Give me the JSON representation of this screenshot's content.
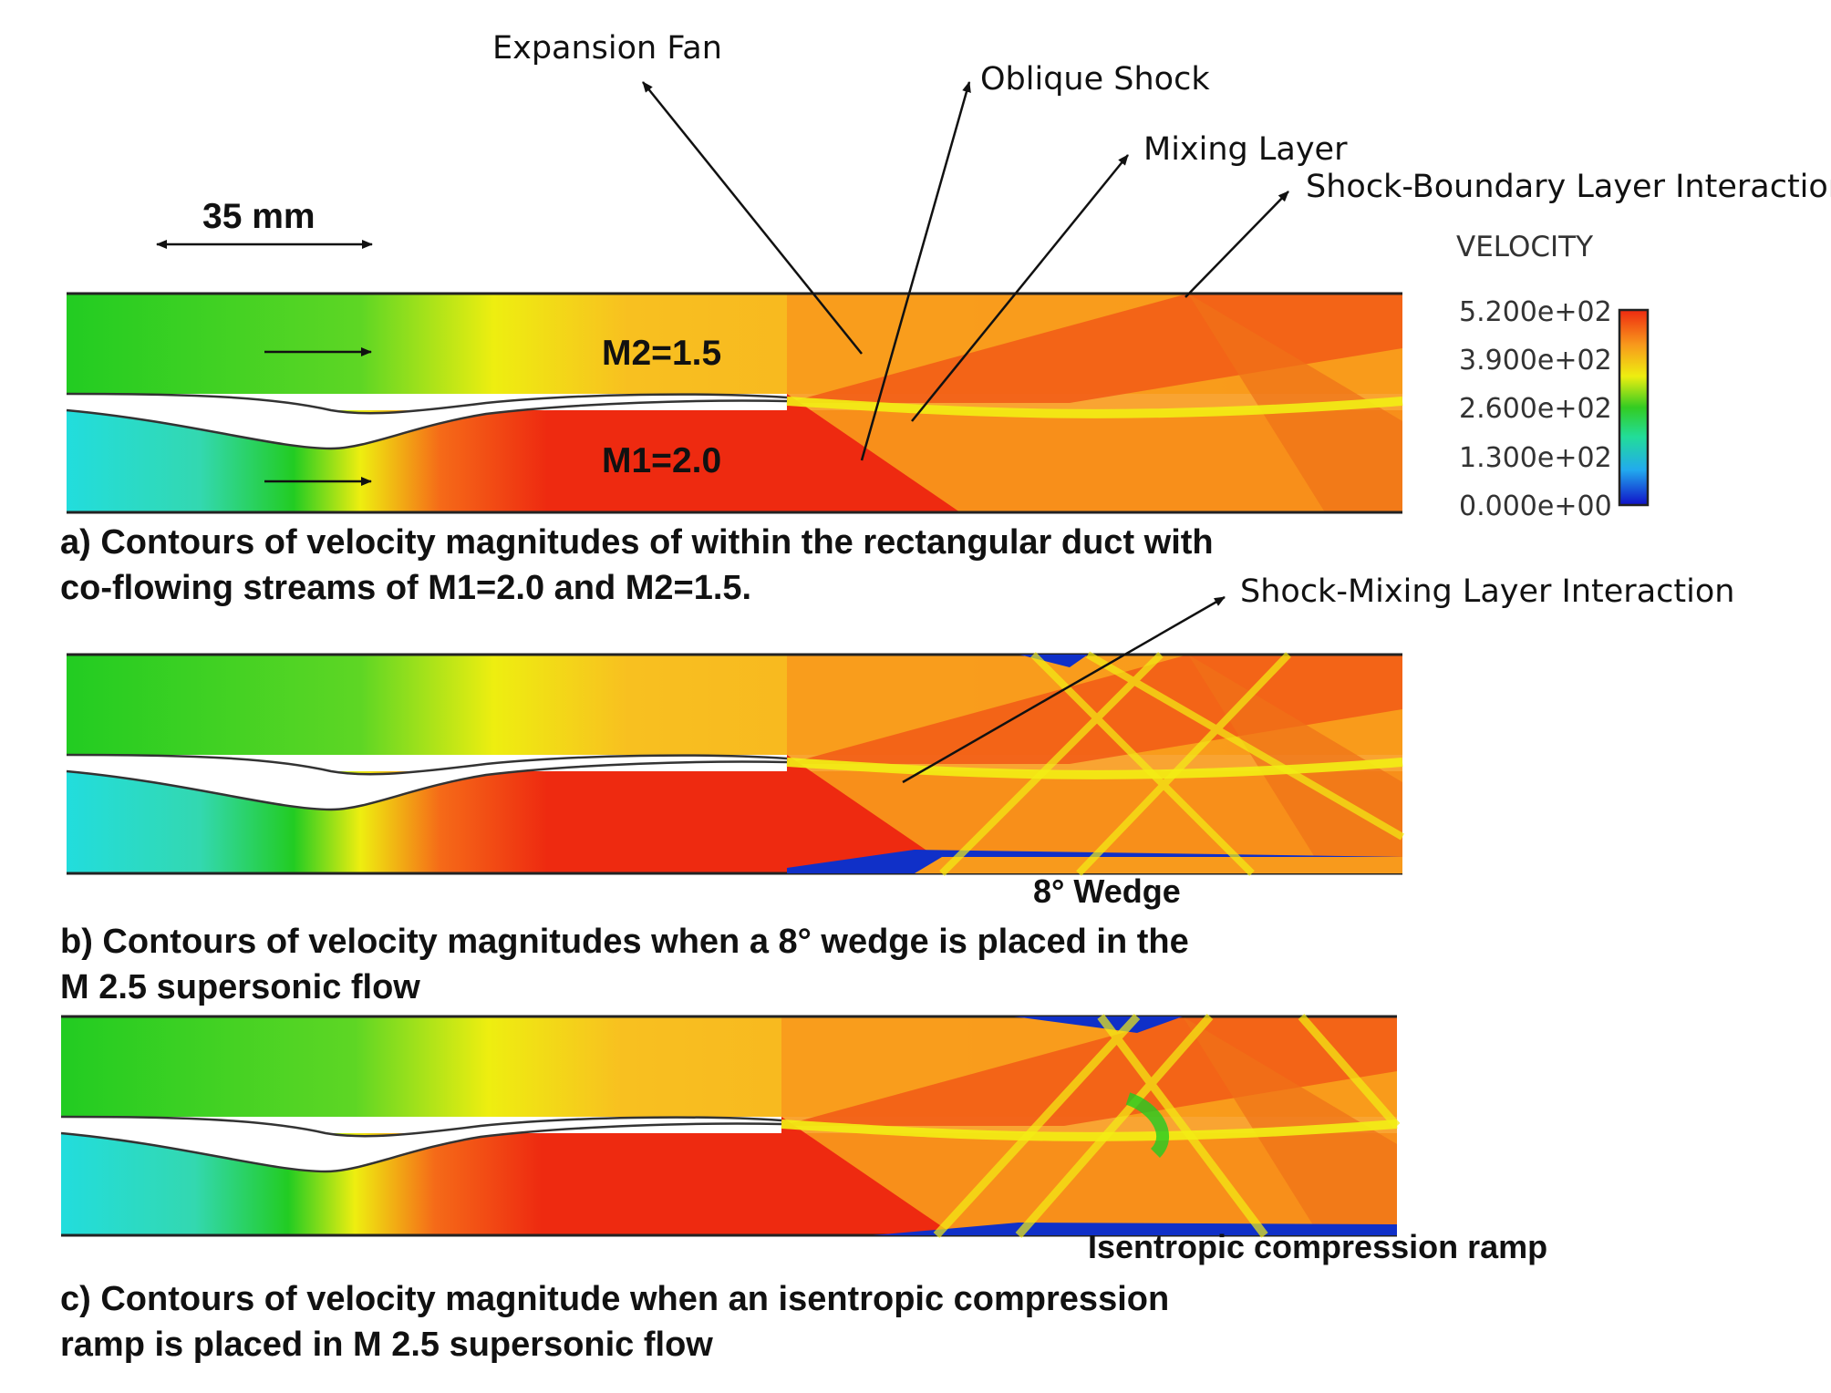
{
  "annotations": {
    "expansion_fan": "Expansion Fan",
    "oblique_shock": "Oblique Shock",
    "mixing_layer": "Mixing Layer",
    "shock_boundary": "Shock-Boundary Layer Interaction",
    "shock_mixing": "Shock-Mixing Layer Interaction",
    "wedge": "8° Wedge",
    "ramp": "Isentropic compression ramp"
  },
  "scale_bar": "35 mm",
  "flow_labels": {
    "m2": "M2=1.5",
    "m1": "M1=2.0"
  },
  "legend": {
    "title": "VELOCITY",
    "ticks": [
      "5.200e+02",
      "3.900e+02",
      "2.600e+02",
      "1.300e+02",
      "0.000e+00"
    ]
  },
  "captions": {
    "a_line1": "a) Contours of velocity magnitudes of within the rectangular duct with",
    "a_line2": "co-flowing streams of M1=2.0 and M2=1.5.",
    "b_line1": "b) Contours of velocity magnitudes when a 8° wedge is placed in the",
    "b_line2": "M 2.5 supersonic flow",
    "c_line1": "c) Contours of velocity magnitude when an isentropic compression",
    "c_line2": "ramp is placed in M 2.5 supersonic flow"
  },
  "colors": {
    "red": "#ee2a10",
    "orange": "#f89a1c",
    "yellow": "#f2ee14",
    "green": "#22cc22",
    "cyan": "#22dddd",
    "blue": "#1030c8"
  }
}
